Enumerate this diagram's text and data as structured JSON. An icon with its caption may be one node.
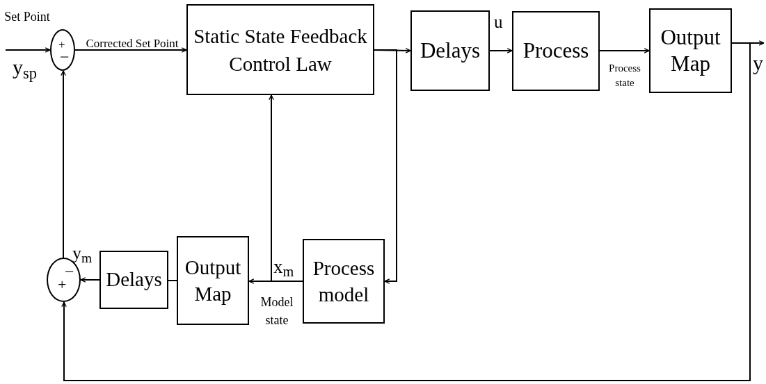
{
  "diagram": {
    "nodes": [
      {
        "text": [
          "+",
          "−"
        ]
      },
      {
        "text": [
          "Static State Feedback Control Law"
        ]
      },
      {
        "text": [
          "Delays"
        ]
      },
      {
        "text": [
          "Process"
        ]
      },
      {
        "text": [
          "Output Map"
        ]
      },
      {
        "text": [
          "Process model"
        ]
      },
      {
        "text": [
          "Output Map"
        ]
      },
      {
        "text": [
          "Delays"
        ]
      },
      {
        "text": [
          "−",
          "+"
        ]
      }
    ],
    "edges": [
      {
        "from": null,
        "to": 0,
        "arrow": "to"
      },
      {
        "from": 0,
        "to": 1,
        "arrow": "to"
      },
      {
        "from": 1,
        "to": 2,
        "arrow": "to"
      },
      {
        "from": 2,
        "to": 3,
        "arrow": "to"
      },
      {
        "from": 3,
        "to": 4,
        "arrow": "to"
      },
      {
        "from": 4,
        "to": null,
        "arrow": "to"
      },
      {
        "from": 1,
        "to": 5,
        "arrow": "to"
      },
      {
        "from": 5,
        "to": 6,
        "arrow": "to"
      },
      {
        "from": 6,
        "to": 7,
        "arrow": "none"
      },
      {
        "from": 7,
        "to": 8,
        "arrow": "to"
      },
      {
        "from": 8,
        "to": 0,
        "arrow": "to"
      },
      {
        "from": null,
        "to": 8,
        "arrow": "to"
      },
      {
        "from": 5,
        "to": 1,
        "arrow": "to"
      }
    ],
    "labels": [
      "Set Point",
      "y$_{sp}$",
      "Corrected Set Point",
      "u",
      "Process state",
      "y",
      "y$_{m}$",
      "x$_{m}$",
      "Model state"
    ]
  }
}
